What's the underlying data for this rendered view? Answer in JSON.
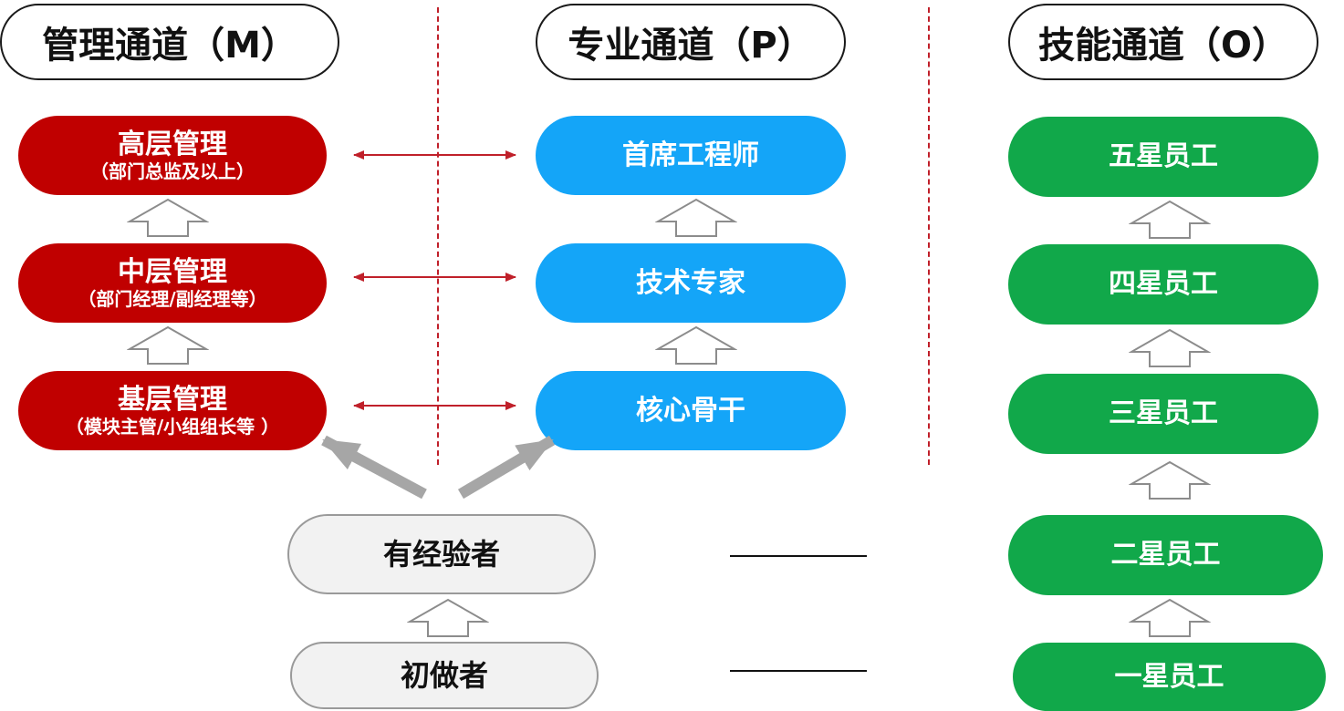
{
  "headers": {
    "management": "管理通道（M）",
    "professional": "专业通道（P）",
    "skill": "技能通道（O）"
  },
  "management": [
    {
      "title": "高层管理",
      "sub": "（部门总监及以上）"
    },
    {
      "title": "中层管理",
      "sub": "（部门经理/副经理等）"
    },
    {
      "title": "基层管理",
      "sub": "（模块主管/小组组长等 ）"
    }
  ],
  "professional": [
    "首席工程师",
    "技术专家",
    "核心骨干"
  ],
  "skill": [
    "五星员工",
    "四星员工",
    "三星员工",
    "二星员工",
    "一星员工"
  ],
  "entry": [
    "有经验者",
    "初做者"
  ],
  "colors": {
    "management": "#c00000",
    "professional": "#14a5f8",
    "skill": "#11a84a",
    "divider": "#c0202a",
    "arrow_gray": "#a6a6a6"
  }
}
